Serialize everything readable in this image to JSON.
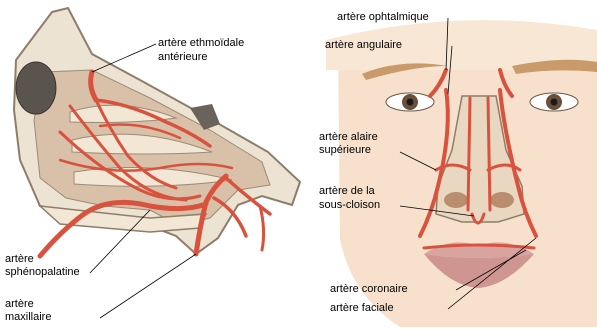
{
  "labels": {
    "ethmoidale_l1": "artère ethmoïdale",
    "ethmoidale_l2": "antérieure",
    "spheno_l1": "artère",
    "spheno_l2": "sphénopalatine",
    "maxillaire_l1": "artère",
    "maxillaire_l2": "maxillaire",
    "ophtalmique": "artère ophtalmique",
    "angulaire": "artère angulaire",
    "alaire_l1": "artère alaire",
    "alaire_l2": "supérieure",
    "souscloison_l1": "artère de la",
    "souscloison_l2": "sous-cloison",
    "coronaire": "artère coronaire",
    "faciale": "artère faciale"
  },
  "colors": {
    "artery": "#d9523e",
    "artery_dark": "#b8341f",
    "bone": "#ede3d2",
    "bone_edge": "#8e7d6a",
    "mucosa": "#d9c1a9",
    "skin": "#f7e1cd",
    "lip": "#d8a4a0",
    "hair": "#c99a6a"
  }
}
